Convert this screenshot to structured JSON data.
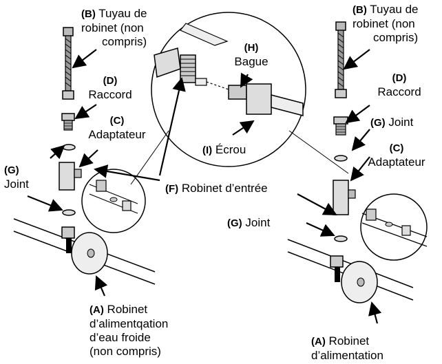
{
  "labels": {
    "b_left": {
      "letter": "(B)",
      "line1": " Tuyau de",
      "line2": "robinet (non",
      "line3": "compris)"
    },
    "d_left": {
      "letter": "(D)",
      "line1": "Raccord"
    },
    "c_left": {
      "letter": "(C)",
      "line1": "Adaptateur"
    },
    "g_left": {
      "letter": "(G)",
      "line1": "Joint"
    },
    "h": {
      "letter": "(H)",
      "line1": "Bague"
    },
    "i": {
      "letter": "(I)",
      "line1": " Écrou"
    },
    "f": {
      "letter": "(F)",
      "line1": " Robinet d’entrée"
    },
    "a_left": {
      "letter": "(A)",
      "line1": " Robinet",
      "line2": "d’alimentqation",
      "line3": "d’eau froide",
      "line4": "(non compris)"
    },
    "b_right": {
      "letter": "(B)",
      "line1": " Tuyau de",
      "line2": "robinet (non",
      "line3": "compris)"
    },
    "d_right": {
      "letter": "(D)",
      "line1": "Raccord"
    },
    "g_right_top": {
      "letter": "(G)",
      "line1": " Joint"
    },
    "c_right": {
      "letter": "(C)",
      "line1": "Adaptateur"
    },
    "g_right_mid": {
      "letter": "(G)",
      "line1": " Joint"
    },
    "a_right": {
      "letter": "(A)",
      "line1": " Robinet",
      "line2": "d’alimentation"
    }
  },
  "colors": {
    "ink": "#000000",
    "paper": "#ffffff",
    "metal": "#bdbdbd"
  }
}
